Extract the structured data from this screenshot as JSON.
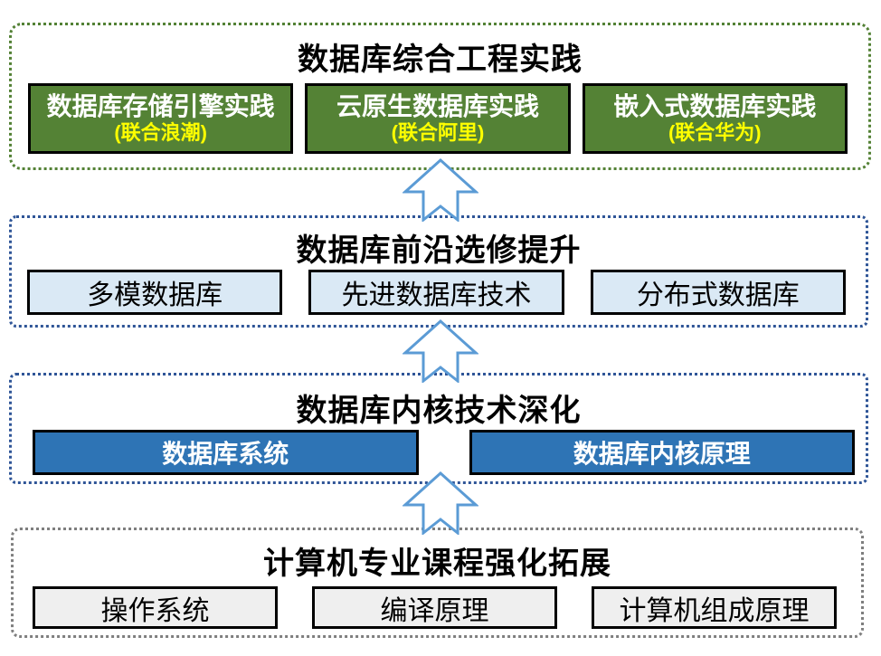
{
  "diagram": {
    "tiers": [
      {
        "title": "数据库综合工程实践",
        "boxes": [
          {
            "name": "数据库存储引擎实践",
            "partner": "(联合浪潮)"
          },
          {
            "name": "云原生数据库实践",
            "partner": "(联合阿里)"
          },
          {
            "name": "嵌入式数据库实践",
            "partner": "(联合华为)"
          }
        ]
      },
      {
        "title": "数据库前沿选修提升",
        "boxes": [
          {
            "name": "多模数据库"
          },
          {
            "name": "先进数据库技术"
          },
          {
            "name": "分布式数据库"
          }
        ]
      },
      {
        "title": "数据库内核技术深化",
        "boxes": [
          {
            "name": "数据库系统"
          },
          {
            "name": "数据库内核原理"
          }
        ]
      },
      {
        "title": "计算机专业课程强化拓展",
        "boxes": [
          {
            "name": "操作系统"
          },
          {
            "name": "编译原理"
          },
          {
            "name": "计算机组成原理"
          }
        ]
      }
    ],
    "colors": {
      "tier1_border": "#538135",
      "tier1_box_fill": "#548235",
      "tier1_box_text": "#FFFFFF",
      "tier1_partner_text": "#FFFF00",
      "tier23_border": "#2F5597",
      "tier2_box_fill": "#DAE9F5",
      "tier3_box_fill": "#2E74B5",
      "tier3_box_text": "#FFFFFF",
      "tier4_border": "#7F7F7F",
      "tier4_box_fill": "#EFEFEF",
      "box_border": "#000000",
      "arrow_stroke": "#5B9BD5",
      "arrow_fill": "#FFFFFF",
      "title_text": "#000000"
    }
  }
}
